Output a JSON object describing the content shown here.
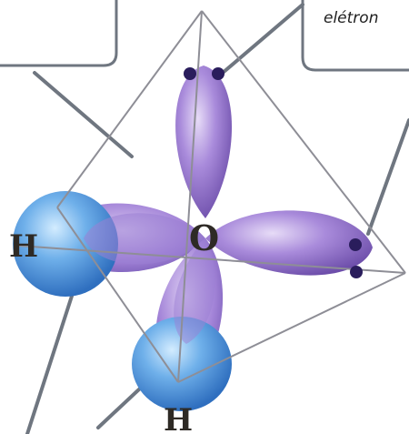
{
  "diagram": {
    "atoms": {
      "oxygen": "O",
      "hydrogen_left": "H",
      "hydrogen_bottom": "H"
    },
    "callout_top_right": "elétron",
    "colors": {
      "lone_pair_lobe": "#8f6fc8",
      "bond_lobe_hydrogen": "#5a9ad8",
      "electron_dot": "#2a1d5c",
      "tetrahedron_edge": "#8e8e96",
      "callout_border": "#6f7680",
      "leader_line": "#6f7680"
    },
    "electron_pairs": [
      {
        "lobe": "top",
        "count": 2
      },
      {
        "lobe": "right",
        "count": 2
      }
    ]
  }
}
